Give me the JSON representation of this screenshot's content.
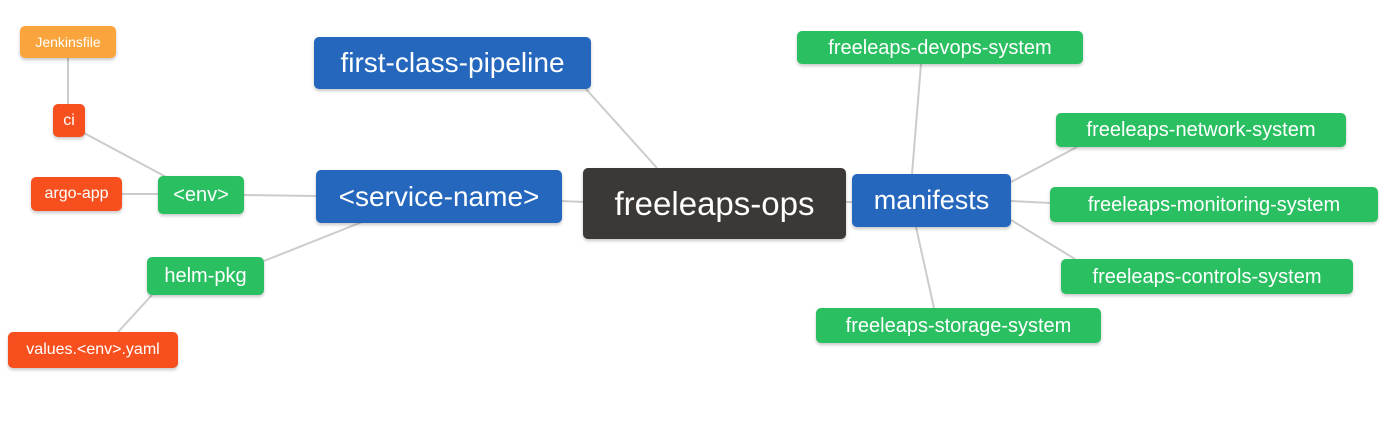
{
  "diagram": {
    "kind": "mindmap",
    "root_label": "freeleaps-ops"
  },
  "palette": {
    "root_dark": "#3b3836",
    "branch_blue": "#2567bd",
    "node_green": "#2ac062",
    "leaf_red": "#f7501e",
    "leaf_amber": "#f9a43c",
    "edge_gray": "#cccccc",
    "text_white": "#ffffff",
    "background": "#ffffff"
  },
  "nodes": {
    "freeleaps_ops": {
      "label": "freeleaps-ops",
      "color": "#3b3836"
    },
    "first_class_pipeline": {
      "label": "first-class-pipeline",
      "color": "#2567bd"
    },
    "service_name": {
      "label": "<service-name>",
      "color": "#2567bd"
    },
    "manifests": {
      "label": "manifests",
      "color": "#2567bd"
    },
    "env": {
      "label": "<env>",
      "color": "#2ac062"
    },
    "helm_pkg": {
      "label": "helm-pkg",
      "color": "#2ac062"
    },
    "ci": {
      "label": "ci",
      "color": "#f7501e"
    },
    "argo_app": {
      "label": "argo-app",
      "color": "#f7501e"
    },
    "jenkinsfile": {
      "label": "Jenkinsfile",
      "color": "#f9a43c"
    },
    "values_env_yaml": {
      "label": "values.<env>.yaml",
      "color": "#f7501e"
    },
    "devops_system": {
      "label": "freeleaps-devops-system",
      "color": "#2ac062"
    },
    "network_system": {
      "label": "freeleaps-network-system",
      "color": "#2ac062"
    },
    "monitoring_system": {
      "label": "freeleaps-monitoring-system",
      "color": "#2ac062"
    },
    "controls_system": {
      "label": "freeleaps-controls-system",
      "color": "#2ac062"
    },
    "storage_system": {
      "label": "freeleaps-storage-system",
      "color": "#2ac062"
    }
  },
  "edges": [
    {
      "from": "Jenkinsfile",
      "to": "ci"
    },
    {
      "from": "ci",
      "to": "<env>"
    },
    {
      "from": "argo-app",
      "to": "<env>"
    },
    {
      "from": "<env>",
      "to": "<service-name>"
    },
    {
      "from": "first-class-pipeline",
      "to": "freeleaps-ops"
    },
    {
      "from": "<service-name>",
      "to": "freeleaps-ops"
    },
    {
      "from": "<service-name>",
      "to": "helm-pkg"
    },
    {
      "from": "helm-pkg",
      "to": "values.<env>.yaml"
    },
    {
      "from": "freeleaps-ops",
      "to": "manifests"
    },
    {
      "from": "manifests",
      "to": "freeleaps-devops-system"
    },
    {
      "from": "manifests",
      "to": "freeleaps-network-system"
    },
    {
      "from": "manifests",
      "to": "freeleaps-monitoring-system"
    },
    {
      "from": "manifests",
      "to": "freeleaps-controls-system"
    },
    {
      "from": "manifests",
      "to": "freeleaps-storage-system"
    }
  ]
}
